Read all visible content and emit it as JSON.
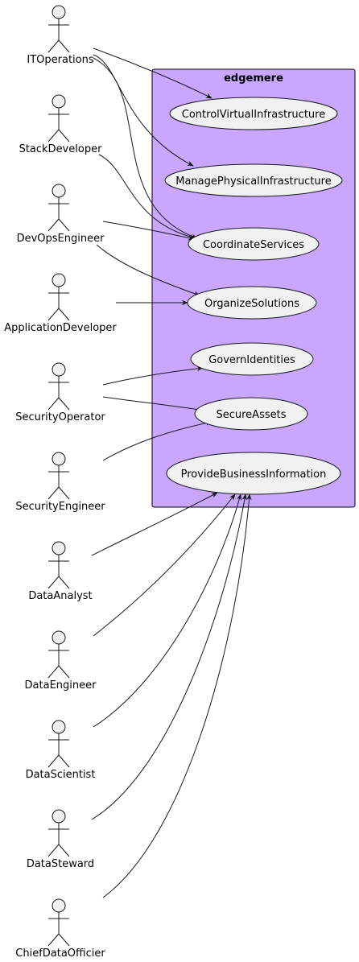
{
  "system": {
    "title": "edgemere",
    "fill": "#C9A7FF",
    "stroke": "#000000"
  },
  "colors": {
    "actor_fill": "#F1F1F1",
    "usecase_fill": "#F1F1F1",
    "line": "#181818"
  },
  "actors": [
    {
      "id": "itops",
      "label": "ITOperations"
    },
    {
      "id": "stackdev",
      "label": "StackDeveloper"
    },
    {
      "id": "devops",
      "label": "DevOpsEngineer"
    },
    {
      "id": "appdev",
      "label": "ApplicationDeveloper"
    },
    {
      "id": "secop",
      "label": "SecurityOperator"
    },
    {
      "id": "seceng",
      "label": "SecurityEngineer"
    },
    {
      "id": "analyst",
      "label": "DataAnalyst"
    },
    {
      "id": "dataeng",
      "label": "DataEngineer"
    },
    {
      "id": "scientist",
      "label": "DataScientist"
    },
    {
      "id": "steward",
      "label": "DataSteward"
    },
    {
      "id": "cdo",
      "label": "ChiefDataOfficier"
    }
  ],
  "usecases": [
    {
      "id": "cvi",
      "label": "ControlVirtualInfrastructure"
    },
    {
      "id": "mpi",
      "label": "ManagePhysicalInfrastructure"
    },
    {
      "id": "cs",
      "label": "CoordinateServices"
    },
    {
      "id": "os",
      "label": "OrganizeSolutions"
    },
    {
      "id": "gi",
      "label": "GovernIdentities"
    },
    {
      "id": "sa",
      "label": "SecureAssets"
    },
    {
      "id": "pbi",
      "label": "ProvideBusinessInformation"
    }
  ],
  "associations": [
    {
      "from": "itops",
      "to": "cvi"
    },
    {
      "from": "itops",
      "to": "mpi"
    },
    {
      "from": "itops",
      "to": "cs"
    },
    {
      "from": "stackdev",
      "to": "cs"
    },
    {
      "from": "devops",
      "to": "cs"
    },
    {
      "from": "devops",
      "to": "os"
    },
    {
      "from": "appdev",
      "to": "os"
    },
    {
      "from": "secop",
      "to": "gi"
    },
    {
      "from": "secop",
      "to": "sa"
    },
    {
      "from": "seceng",
      "to": "sa"
    },
    {
      "from": "analyst",
      "to": "pbi"
    },
    {
      "from": "dataeng",
      "to": "pbi"
    },
    {
      "from": "scientist",
      "to": "pbi"
    },
    {
      "from": "steward",
      "to": "pbi"
    },
    {
      "from": "cdo",
      "to": "pbi"
    }
  ]
}
